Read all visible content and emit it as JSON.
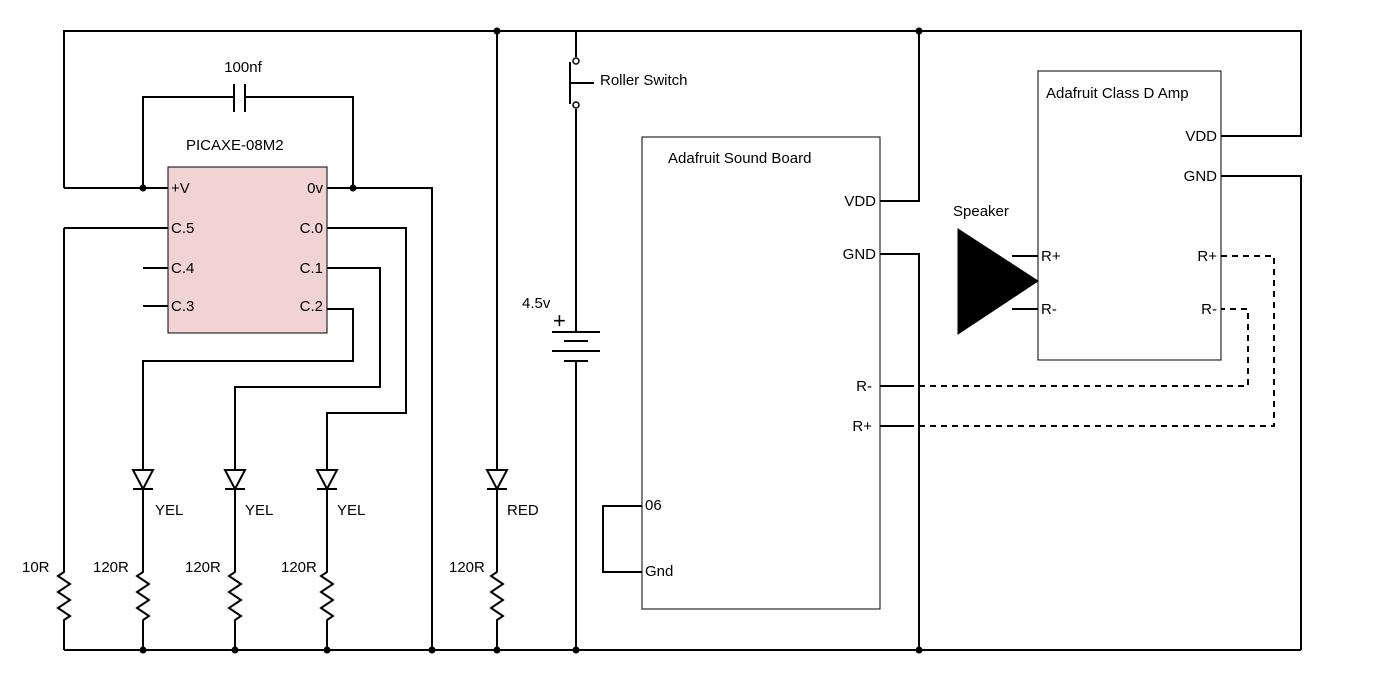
{
  "capacitor": {
    "value": "100nf"
  },
  "microcontroller": {
    "name": "PICAXE-08M2",
    "pins_left": [
      "+V",
      "C.5",
      "C.4",
      "C.3"
    ],
    "pins_right": [
      "0v",
      "C.0",
      "C.1",
      "C.2"
    ]
  },
  "leds": [
    {
      "color": "YEL",
      "resistor": "120R"
    },
    {
      "color": "YEL",
      "resistor": "120R"
    },
    {
      "color": "YEL",
      "resistor": "120R"
    },
    {
      "color": "RED",
      "resistor": "120R"
    }
  ],
  "pulldown_resistor": "10R",
  "switch": {
    "label": "Roller Switch"
  },
  "battery": {
    "voltage": "4.5v",
    "plus": "+"
  },
  "sound_board": {
    "name": "Adafruit Sound Board",
    "pins": {
      "vdd": "VDD",
      "gnd": "GND",
      "r_minus": "R-",
      "r_plus": "R+",
      "p06": "06",
      "gnd_low": "Gnd"
    }
  },
  "amplifier": {
    "name": "Adafruit Class D Amp",
    "pins": {
      "vdd": "VDD",
      "gnd": "GND",
      "r_plus": "R+",
      "r_minus": "R-"
    }
  },
  "speaker": {
    "name": "Speaker",
    "pins": {
      "r_plus": "R+",
      "r_minus": "R-"
    }
  }
}
